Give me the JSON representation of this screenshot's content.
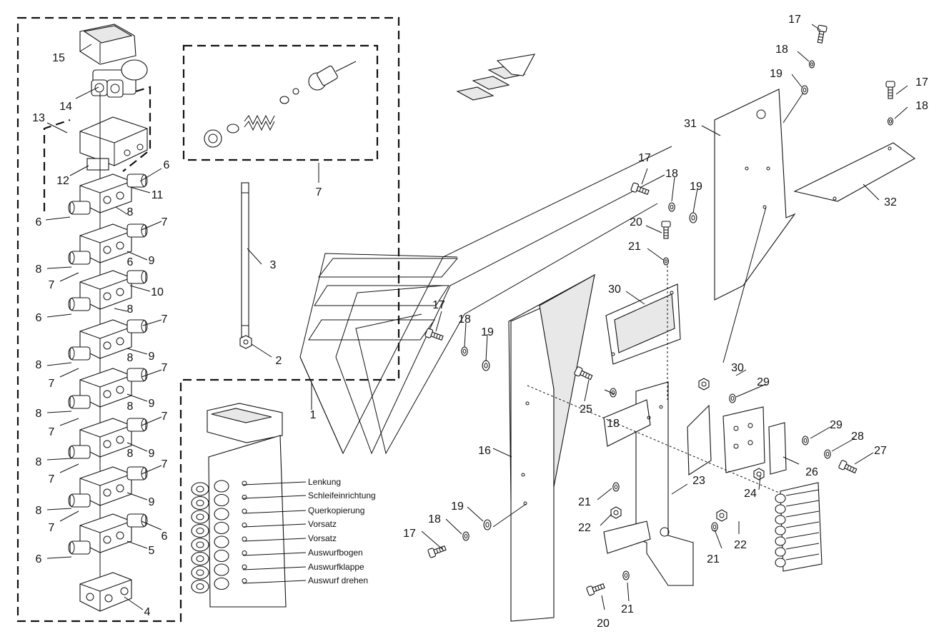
{
  "callouts": {
    "n1": "1",
    "n2": "2",
    "n3": "3",
    "n4": "4",
    "n5": "5",
    "n6": "6",
    "n7": "7",
    "n8": "8",
    "n9": "9",
    "n10": "10",
    "n11": "11",
    "n12": "12",
    "n13": "13",
    "n14": "14",
    "n15": "15",
    "n16": "16",
    "n17": "17",
    "n18": "18",
    "n19": "19",
    "n20": "20",
    "n21": "21",
    "n22": "22",
    "n23": "23",
    "n24": "24",
    "n25": "25",
    "n26": "26",
    "n27": "27",
    "n28": "28",
    "n29": "29",
    "n30": "30",
    "n31": "31",
    "n32": "32"
  },
  "functions": [
    "Lenkung",
    "Schleifeinrichtung",
    "Querkopierung",
    "Vorsatz",
    "Vorsatz",
    "Auswurfbogen",
    "Auswurfklappe",
    "Auswurf drehen"
  ]
}
